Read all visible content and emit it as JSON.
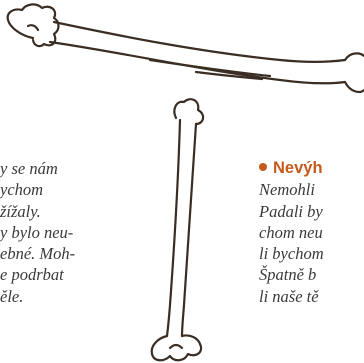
{
  "left_column": {
    "lines": [
      "y se nám",
      "ychom",
      "žížaly.",
      "y bylo neu-",
      "ebné. Moh-",
      "e podrbat",
      "ěle."
    ]
  },
  "right_column": {
    "heading": "Nevýh",
    "lines": [
      "Nemohli",
      "Padali by",
      "chom neu",
      "li bychom",
      "Špatně b",
      "li naše tě"
    ]
  },
  "colors": {
    "text": "#3a3a3a",
    "accent": "#c55a1c",
    "ink": "#3a2e24"
  }
}
